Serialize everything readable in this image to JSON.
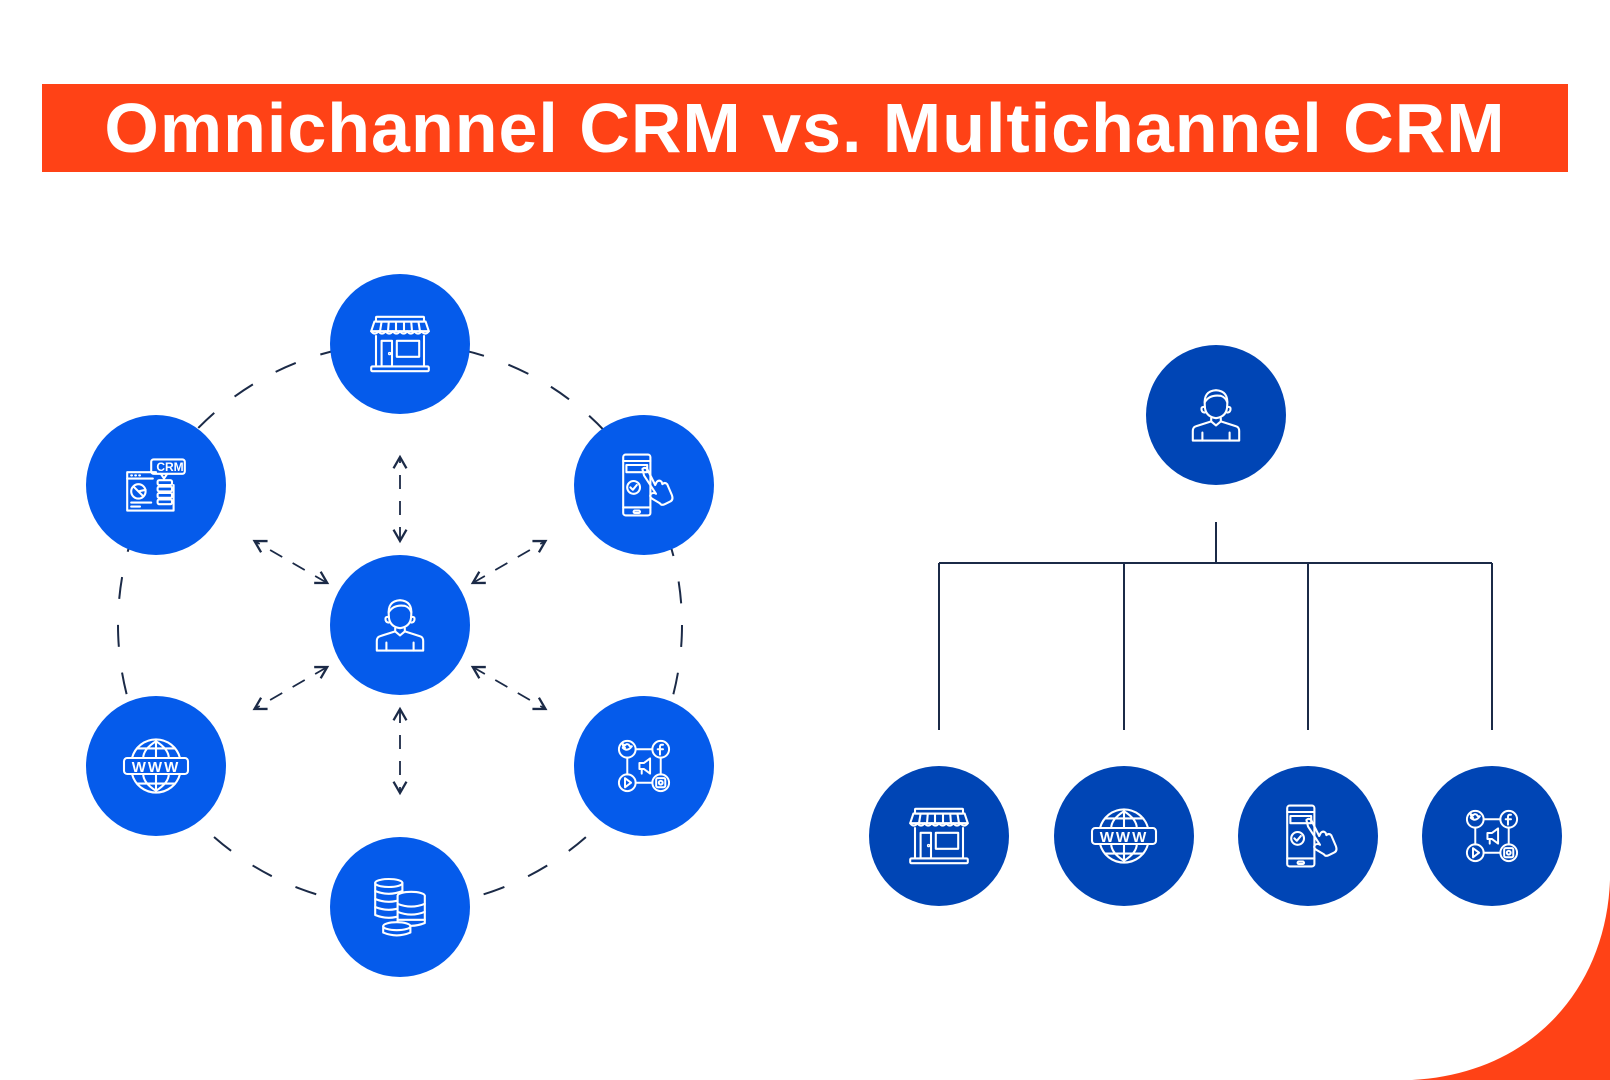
{
  "title": "Omnichannel CRM vs. Multichannel CRM",
  "colors": {
    "banner": "#FF4216",
    "omnichannel_circle": "#055BEB",
    "multichannel_circle": "#0045B5",
    "connector": "#1B2A47",
    "corner_accent": "#FF4216"
  },
  "omnichannel": {
    "center": {
      "icon": "customer-icon"
    },
    "channels": [
      {
        "icon": "storefront-icon"
      },
      {
        "icon": "mobile-app-icon"
      },
      {
        "icon": "social-media-icon"
      },
      {
        "icon": "payments-database-icon"
      },
      {
        "icon": "website-globe-icon",
        "label": "WWW"
      },
      {
        "icon": "crm-dashboard-icon",
        "label": "CRM"
      }
    ]
  },
  "multichannel": {
    "root": {
      "icon": "customer-icon"
    },
    "channels": [
      {
        "icon": "storefront-icon"
      },
      {
        "icon": "website-globe-icon",
        "label": "WWW"
      },
      {
        "icon": "mobile-app-icon"
      },
      {
        "icon": "social-media-icon"
      }
    ]
  }
}
